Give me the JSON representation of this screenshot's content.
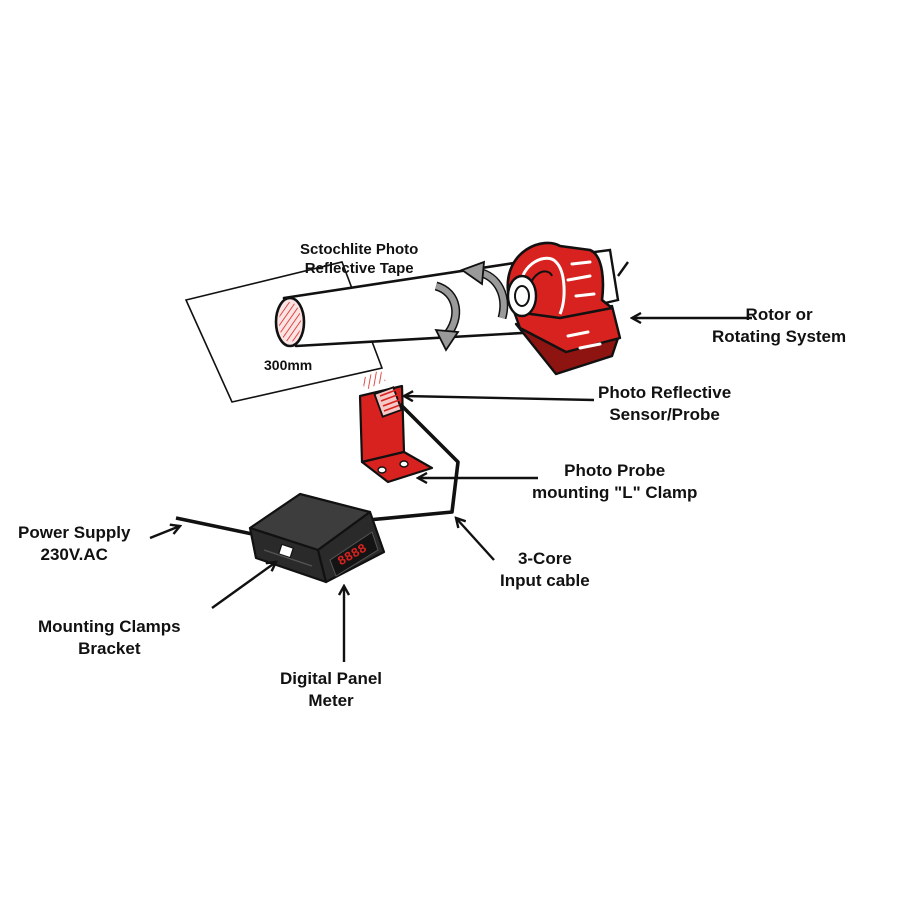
{
  "colors": {
    "accent_red": "#d8221f",
    "dark_red": "#8e1412",
    "outline": "#111111",
    "meter_body": "#2a2a2a",
    "meter_top": "#3d3d3d"
  },
  "labels": {
    "tape": [
      "Sctochlite Photo",
      "Reflective Tape"
    ],
    "distance": "300mm",
    "rotor": [
      "Rotor or",
      "Rotating System"
    ],
    "sensor": [
      "Photo Reflective",
      "Sensor/Probe"
    ],
    "clamp": [
      "Photo Probe",
      "mounting \"L\" Clamp"
    ],
    "cable": [
      "3-Core",
      "Input cable"
    ],
    "power": [
      "Power Supply",
      "230V.AC"
    ],
    "bracket": [
      "Mounting Clamps",
      "Bracket"
    ],
    "meter": [
      "Digital Panel",
      "Meter"
    ]
  },
  "meter_display": "8888"
}
